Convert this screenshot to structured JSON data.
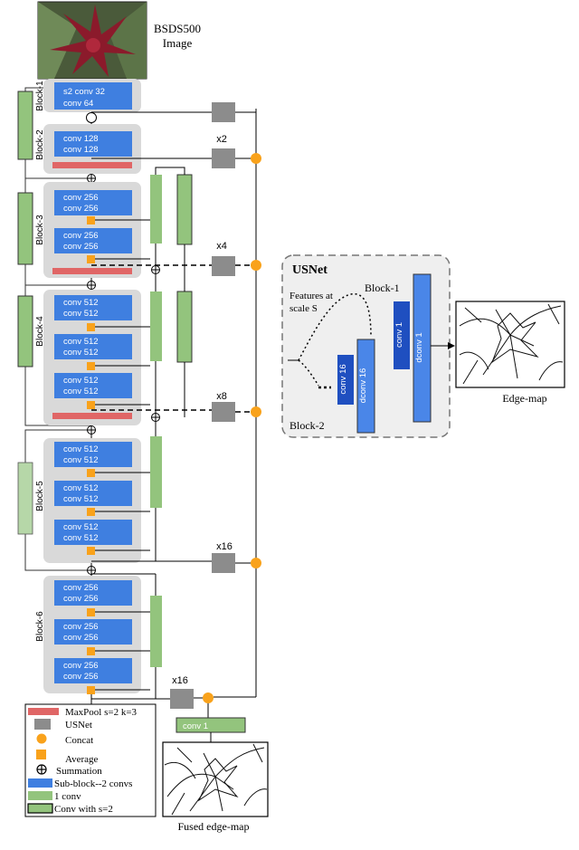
{
  "input": {
    "line1": "BSDS500",
    "line2": "Image"
  },
  "blocks": [
    {
      "label": "Block-1",
      "subs": [
        [
          "s2 conv 32",
          "conv 64"
        ]
      ]
    },
    {
      "label": "Block-2",
      "subs": [
        [
          "conv 128",
          "conv 128"
        ]
      ]
    },
    {
      "label": "Block-3",
      "subs": [
        [
          "conv 256",
          "conv 256"
        ],
        [
          "conv 256",
          "conv 256"
        ]
      ]
    },
    {
      "label": "Block-4",
      "subs": [
        [
          "conv 512",
          "conv 512"
        ],
        [
          "conv 512",
          "conv 512"
        ],
        [
          "conv 512",
          "conv 512"
        ]
      ]
    },
    {
      "label": "Block-5",
      "subs": [
        [
          "conv 512",
          "conv 512"
        ],
        [
          "conv 512",
          "conv 512"
        ],
        [
          "conv 512",
          "conv 512"
        ]
      ]
    },
    {
      "label": "Block-6",
      "subs": [
        [
          "conv 256",
          "conv 256"
        ],
        [
          "conv 256",
          "conv 256"
        ],
        [
          "conv 256",
          "conv 256"
        ]
      ]
    }
  ],
  "scales": [
    "x2",
    "x4",
    "x8",
    "x16",
    "x16"
  ],
  "fuse_conv": "conv 1",
  "fused_caption": "Fused edge-map",
  "usnet": {
    "title": "USNet",
    "features_line1": "Features at",
    "features_line2": "scale S",
    "block1": "Block-1",
    "block2": "Block-2",
    "conv16": "conv 16",
    "dconv16": "dconv 16",
    "conv1": "conv 1",
    "dconv1": "dconv 1"
  },
  "edge_caption": "Edge-map",
  "legend": [
    {
      "label": "MaxPool s=2 k=3",
      "symbol": "maxpool"
    },
    {
      "label": "USNet",
      "symbol": "usnet"
    },
    {
      "label": "Concat",
      "symbol": "concat"
    },
    {
      "label": "Average",
      "symbol": "average"
    },
    {
      "label": "Summation",
      "symbol": "summation"
    },
    {
      "label": "Sub-block--2 convs",
      "symbol": "subblock"
    },
    {
      "label": "1 conv",
      "symbol": "conv1"
    },
    {
      "label": "Conv with s=2",
      "symbol": "convs2"
    }
  ],
  "colors": {
    "sub_block": "#3f7fe0",
    "sub_block_dark": "#1f4fc0",
    "block_bg": "#d9d9d9",
    "maxpool": "#e06666",
    "usnet": "#8c8c8c",
    "concat": "#f9a21b",
    "green": "#93c47d",
    "green_dark": "#6aa84f"
  }
}
